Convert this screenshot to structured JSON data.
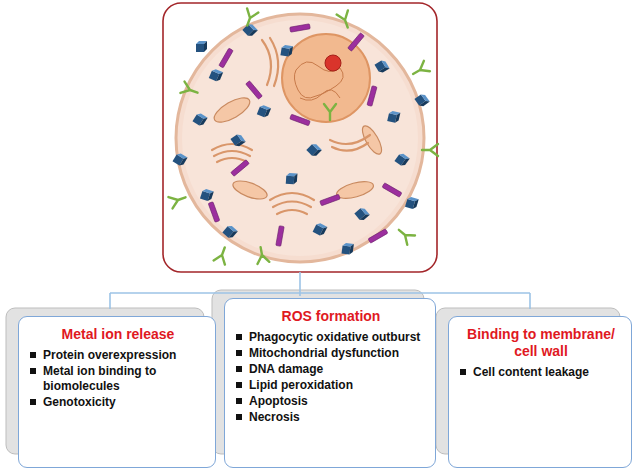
{
  "diagram": {
    "nodes": [
      {
        "text": [
          "Metal ion release",
          "Protein overexpression",
          "Metal ion binding to biomolecules",
          "Genotoxicity"
        ]
      },
      {
        "text": [
          "ROS formation",
          "Phagocytic oxidative outburst",
          "Mitochondrial dysfunction",
          "DNA damage",
          "Lipid peroxidation",
          "Apoptosis",
          "Necrosis"
        ]
      },
      {
        "text": [
          "Binding to membrane/ cell wall",
          "Cell content leakage"
        ]
      }
    ]
  }
}
